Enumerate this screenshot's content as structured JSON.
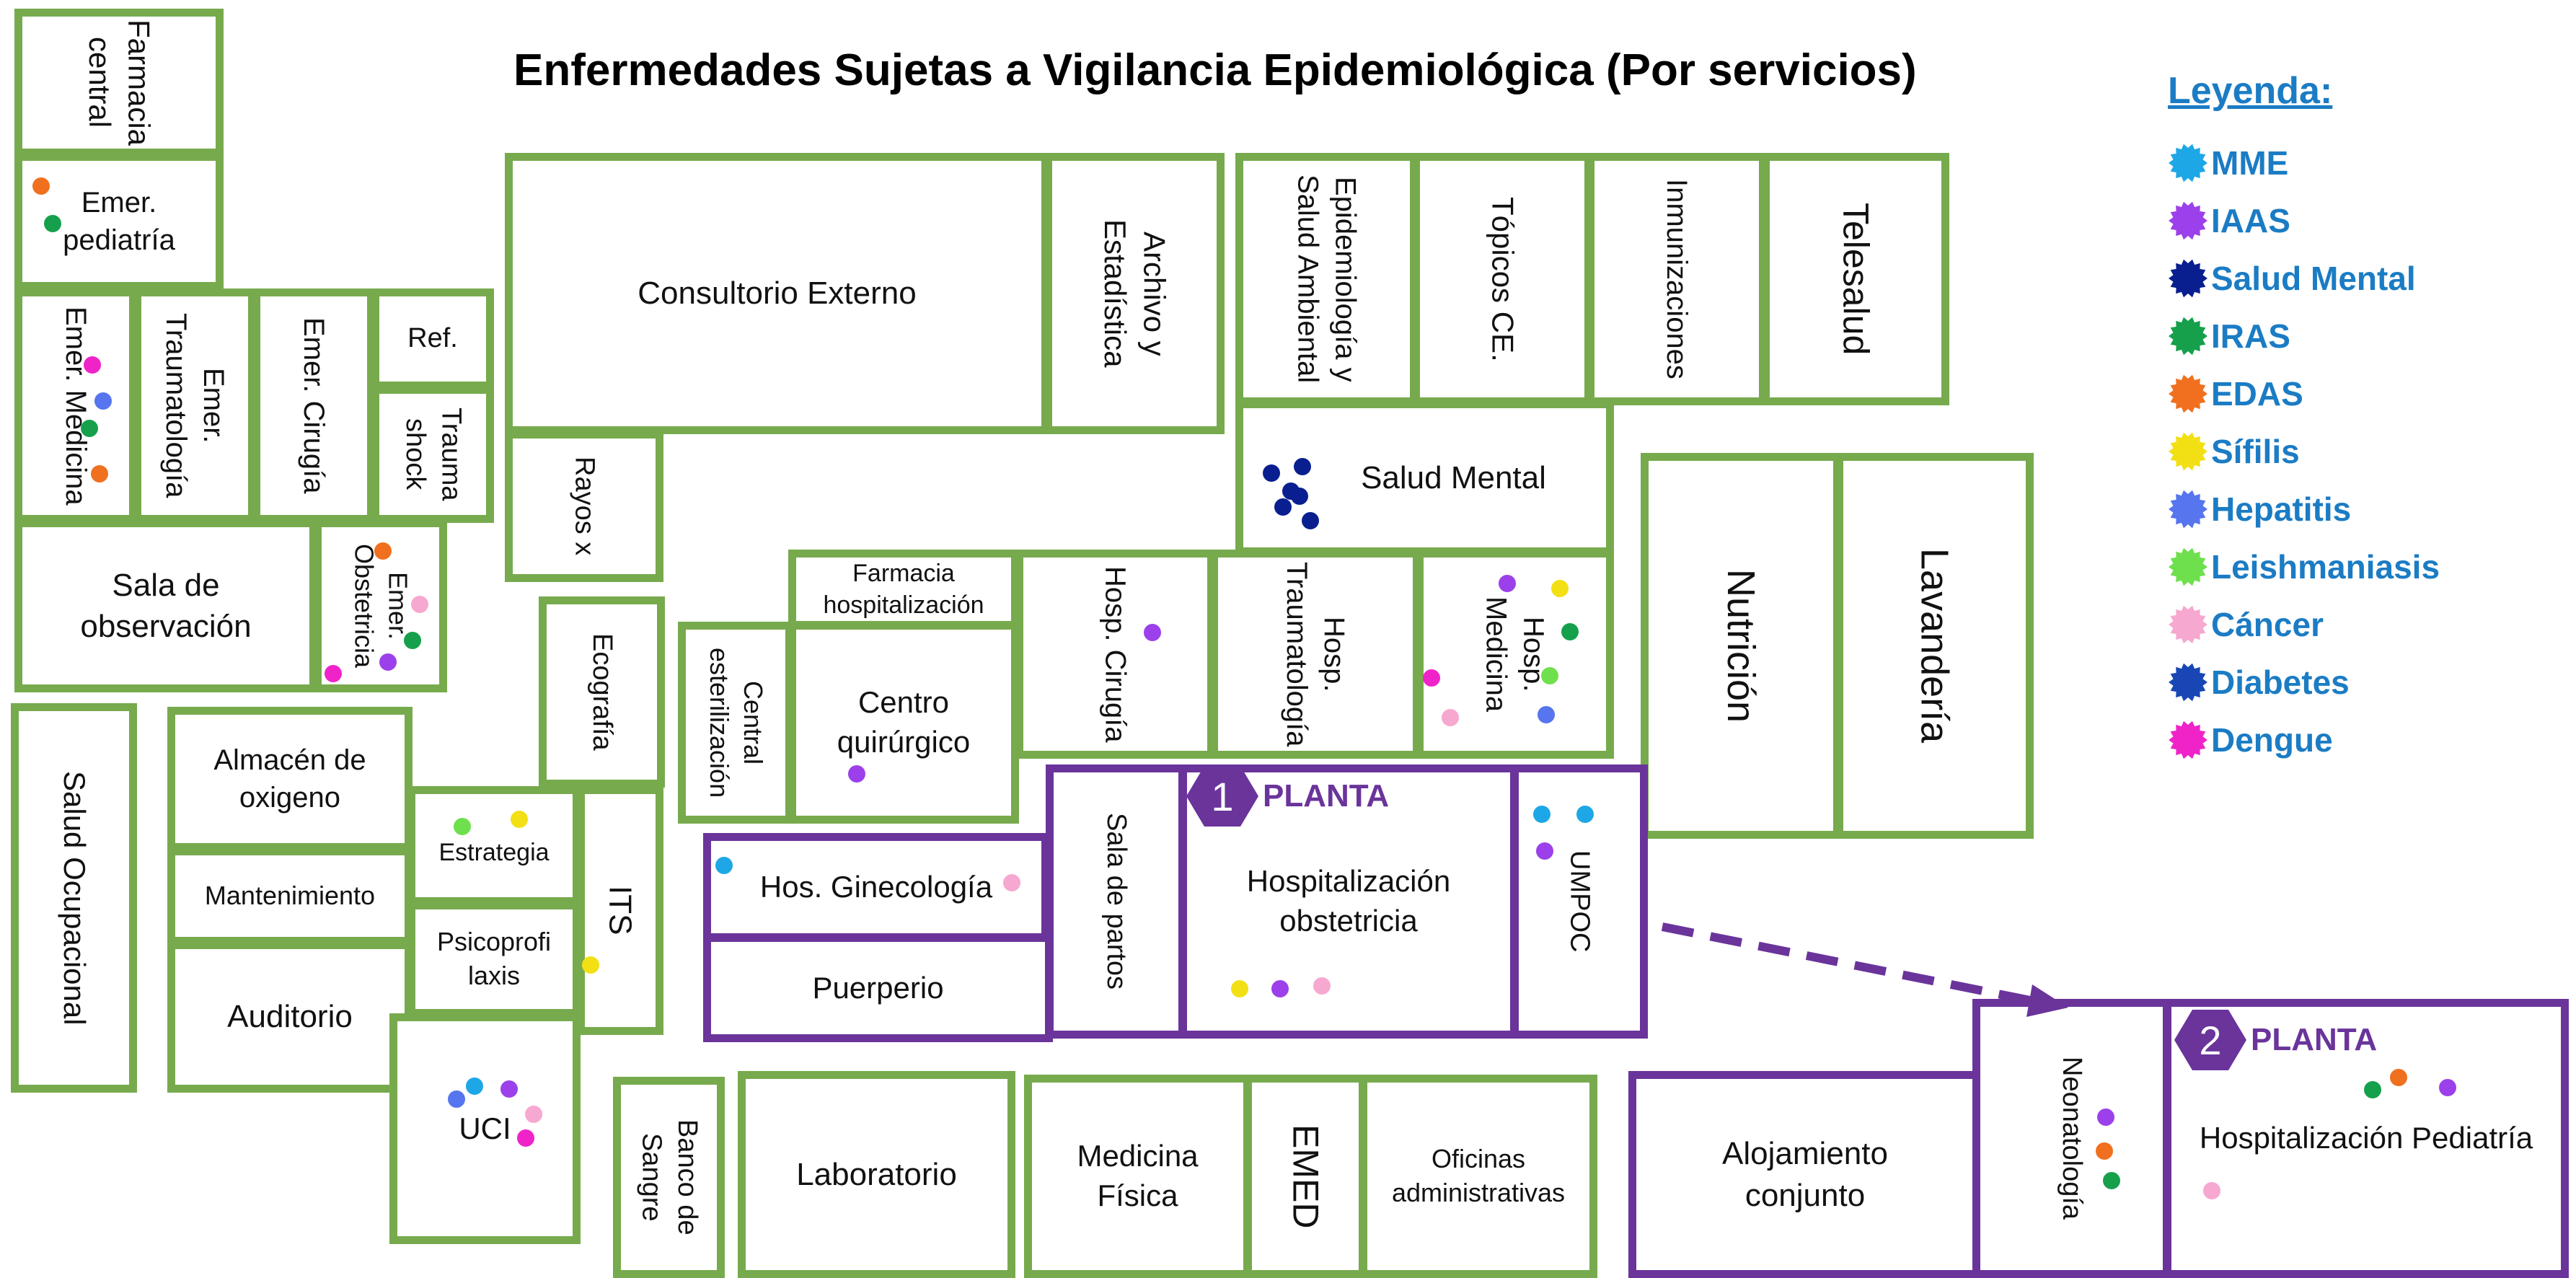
{
  "title": "Enfermedades Sujetas a Vigilancia Epidemiológica (Por servicios)",
  "legend": {
    "title": "Leyenda:",
    "items": [
      {
        "id": "mme",
        "label": "MME",
        "color": "#1ea7e6"
      },
      {
        "id": "iaas",
        "label": "IAAS",
        "color": "#9b40ea"
      },
      {
        "id": "salud_mental",
        "label": "Salud Mental",
        "color": "#0a1f8f"
      },
      {
        "id": "iras",
        "label": "IRAS",
        "color": "#16a04b"
      },
      {
        "id": "edas",
        "label": "EDAS",
        "color": "#f0701f"
      },
      {
        "id": "sifilis",
        "label": "Sífilis",
        "color": "#f2e014"
      },
      {
        "id": "hepatitis",
        "label": "Hepatitis",
        "color": "#5675ee"
      },
      {
        "id": "leishmaniasis",
        "label": "Leishmaniasis",
        "color": "#6fe04d"
      },
      {
        "id": "cancer",
        "label": "Cáncer",
        "color": "#f7a8d0"
      },
      {
        "id": "diabetes",
        "label": "Diabetes",
        "color": "#1847b5"
      },
      {
        "id": "dengue",
        "label": "Dengue",
        "color": "#f023c9"
      }
    ]
  },
  "floors": {
    "planta1": {
      "number": "1",
      "label": "PLANTA"
    },
    "planta2": {
      "number": "2",
      "label": "PLANTA"
    }
  },
  "rooms": [
    {
      "id": "farmacia_central",
      "label": "Farmacia\ncentral"
    },
    {
      "id": "emer_pediatria",
      "label": "Emer.\npediatría",
      "diseases": [
        "edas",
        "iras"
      ]
    },
    {
      "id": "emer_medicina",
      "label": "Emer. Medicina",
      "diseases": [
        "dengue",
        "hepatitis",
        "iras",
        "edas"
      ]
    },
    {
      "id": "emer_traumatologia",
      "label": "Emer.\nTraumatología"
    },
    {
      "id": "emer_cirugia",
      "label": "Emer. Cirugía"
    },
    {
      "id": "ref",
      "label": "Ref."
    },
    {
      "id": "trauma_shock",
      "label": "Trauma\nshock"
    },
    {
      "id": "sala_observacion",
      "label": "Sala de\nobservación"
    },
    {
      "id": "emer_obstetricia",
      "label": "Emer.\nObstetricia",
      "diseases": [
        "edas",
        "cancer",
        "iras",
        "iaas",
        "dengue"
      ]
    },
    {
      "id": "salud_ocupacional",
      "label": "Salud Ocupacional"
    },
    {
      "id": "almacen_oxigeno",
      "label": "Almacén de\noxigeno"
    },
    {
      "id": "mantenimiento",
      "label": "Mantenimiento"
    },
    {
      "id": "auditorio",
      "label": "Auditorio"
    },
    {
      "id": "estrategia",
      "label": "Estrategia",
      "diseases": [
        "leishmaniasis",
        "sifilis"
      ]
    },
    {
      "id": "psicoprofilaxis",
      "label": "Psicoprofi\nlaxis"
    },
    {
      "id": "its",
      "label": "ITS",
      "diseases": [
        "sifilis"
      ]
    },
    {
      "id": "uci",
      "label": "UCI",
      "diseases": [
        "mme",
        "hepatitis",
        "iaas",
        "cancer",
        "dengue"
      ]
    },
    {
      "id": "consultorio_externo",
      "label": "Consultorio Externo"
    },
    {
      "id": "archivo",
      "label": "Archivo y\nEstadística"
    },
    {
      "id": "rayos_x",
      "label": "Rayos x"
    },
    {
      "id": "ecografia",
      "label": "Ecografía"
    },
    {
      "id": "farmacia_hosp",
      "label": "Farmacia\nhospitalización"
    },
    {
      "id": "central_esterilizacion",
      "label": "Central\nesterilización"
    },
    {
      "id": "centro_quirurgico",
      "label": "Centro\nquirúrgico",
      "diseases": [
        "iaas"
      ]
    },
    {
      "id": "hosp_cirugia",
      "label": "Hosp. Cirugía",
      "diseases": [
        "iaas"
      ]
    },
    {
      "id": "hosp_traumatologia",
      "label": "Hosp.\nTraumatología"
    },
    {
      "id": "hosp_medicina",
      "label": "Hosp.\nMedicina",
      "diseases": [
        "iaas",
        "sifilis",
        "iras",
        "leishmaniasis",
        "dengue",
        "cancer",
        "hepatitis"
      ]
    },
    {
      "id": "epidemiologia",
      "label": "Epidemiología y\nSalud Ambiental"
    },
    {
      "id": "topicos",
      "label": "Tópicos CE."
    },
    {
      "id": "inmunizaciones",
      "label": "Inmunizaciones"
    },
    {
      "id": "telesalud",
      "label": "Telesalud"
    },
    {
      "id": "salud_mental",
      "label": "Salud Mental",
      "diseases": [
        "salud_mental",
        "salud_mental",
        "salud_mental",
        "salud_mental",
        "salud_mental",
        "salud_mental"
      ]
    },
    {
      "id": "nutricion",
      "label": "Nutrición"
    },
    {
      "id": "lavanderia",
      "label": "Lavandería"
    },
    {
      "id": "hos_ginecologia",
      "label": "Hos. Ginecología",
      "diseases": [
        "mme",
        "cancer"
      ]
    },
    {
      "id": "puerperio",
      "label": "Puerperio"
    },
    {
      "id": "sala_partos",
      "label": "Sala de partos"
    },
    {
      "id": "hosp_obstetricia",
      "label": "Hospitalización\nobstetricia",
      "diseases": [
        "sifilis",
        "iaas",
        "cancer"
      ]
    },
    {
      "id": "umpoc",
      "label": "UMPOC",
      "diseases": [
        "mme",
        "mme",
        "iaas"
      ]
    },
    {
      "id": "banco_sangre",
      "label": "Banco de\nSangre"
    },
    {
      "id": "laboratorio",
      "label": "Laboratorio"
    },
    {
      "id": "medicina_fisica",
      "label": "Medicina\nFísica"
    },
    {
      "id": "emed",
      "label": "EMED"
    },
    {
      "id": "oficinas_admin",
      "label": "Oficinas\nadministrativas"
    },
    {
      "id": "alojamiento_conjunto",
      "label": "Alojamiento\nconjunto"
    },
    {
      "id": "neonatologia",
      "label": "Neonatología",
      "diseases": [
        "iaas",
        "edas",
        "iras"
      ]
    },
    {
      "id": "hosp_pediatria",
      "label": "Hospitalización Pediatría",
      "diseases": [
        "iras",
        "edas",
        "iaas",
        "cancer"
      ]
    }
  ]
}
